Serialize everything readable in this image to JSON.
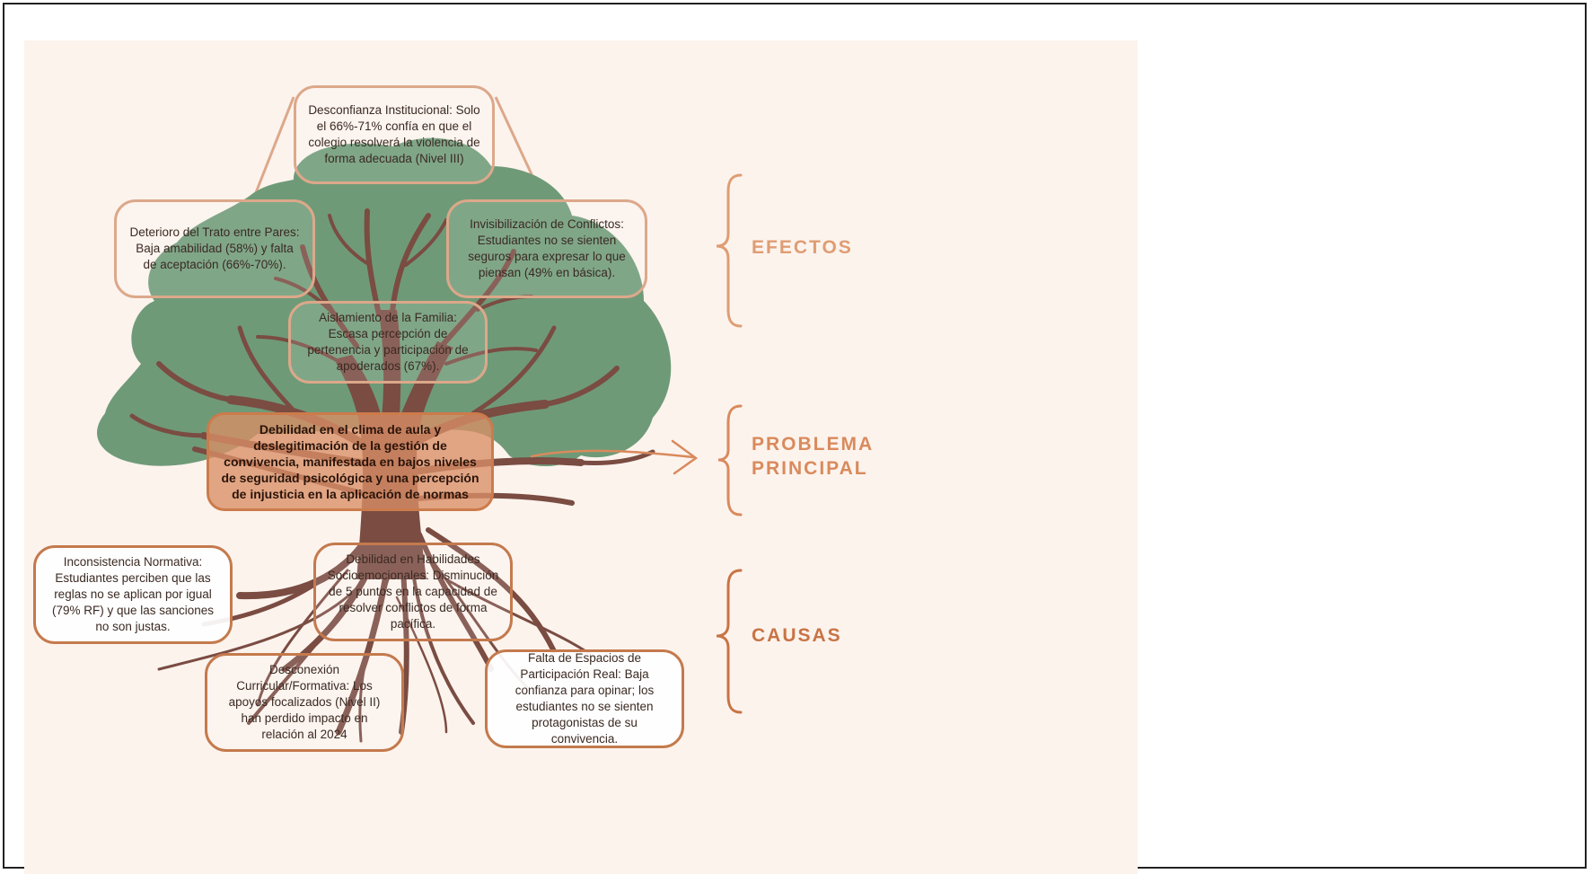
{
  "colors": {
    "background": "#fcf3ed",
    "foliage": "#6f9a78",
    "trunk": "#7a4c42",
    "effect_border": "#dca88a",
    "cause_border": "#c47a4d",
    "problem_fill": "#d88e66",
    "label_effects": "#df9d73",
    "label_problem": "#d98a5c",
    "label_causes": "#c87445"
  },
  "effects": [
    {
      "text": "Desconfianza Institucional: Solo el 66%-71% confía en que el colegio resolverá la violencia de forma adecuada (Nivel III)"
    },
    {
      "text": "Deterioro del Trato entre Pares: Baja amabilidad (58%) y falta de aceptación (66%-70%)."
    },
    {
      "text": "Invisibilización de Conflictos: Estudiantes no se sienten seguros para expresar lo que piensan (49% en básica)."
    },
    {
      "text": "Aislamiento de la Familia: Escasa percepción de pertenencia y participación de apoderados (67%)."
    }
  ],
  "problem": {
    "text": "Debilidad en el clima de aula y deslegitimación de la gestión de convivencia, manifestada en bajos niveles de seguridad psicológica y una percepción de injusticia en la aplicación de normas"
  },
  "causes": [
    {
      "text": "Inconsistencia Normativa: Estudiantes perciben que las reglas no se aplican por igual (79% RF) y que las sanciones no son justas."
    },
    {
      "text": "Debilidad en Habilidades Socioemocionales: Disminución de 5 puntos en la capacidad de resolver conflictos de forma pacífica."
    },
    {
      "text": "Desconexión Curricular/Formativa: Los apoyos focalizados (Nivel II) han perdido impacto en relación al 2024"
    },
    {
      "text": "Falta de Espacios de Participación Real: Baja confianza para opinar; los estudiantes no se sienten protagonistas de su convivencia."
    }
  ],
  "labels": {
    "effects": "EFECTOS",
    "problem_line1": "PROBLEMA",
    "problem_line2": "PRINCIPAL",
    "causes": "CAUSAS"
  }
}
